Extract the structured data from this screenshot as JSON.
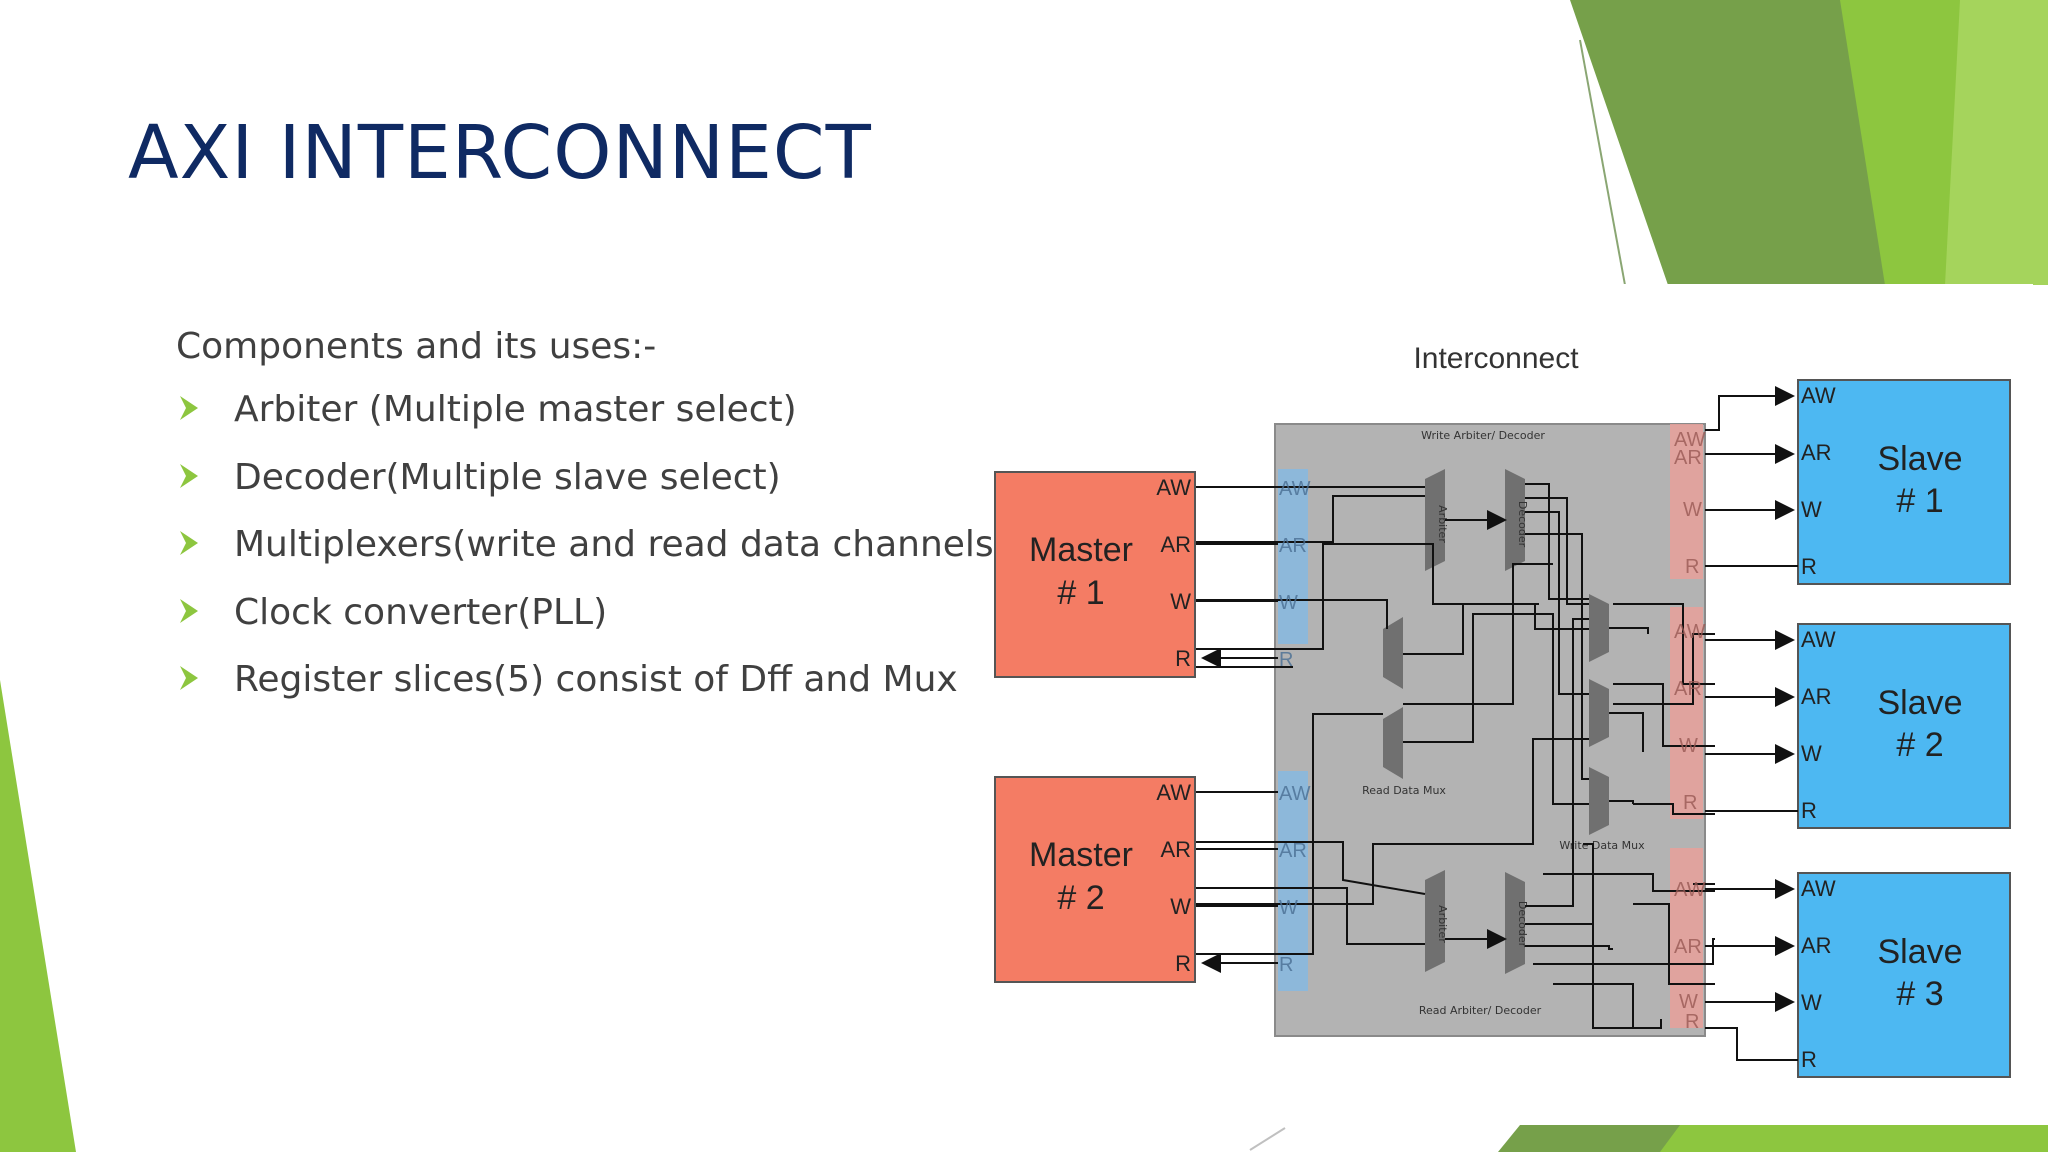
{
  "slide": {
    "title": "AXI INTERCONNECT",
    "intro": "Components and its uses:-",
    "bullets": [
      "Arbiter (Multiple master select)",
      "Decoder(Multiple slave select)",
      "Multiplexers(write and read data channels)",
      "Clock converter(PLL)",
      "Register slices(5) consist of Dff and Mux"
    ],
    "colors": {
      "title": "#0f2a63",
      "accent_green": "#8dc63f",
      "master": "#f47c64",
      "slave": "#4db8f2",
      "interconnect": "#b3b3b3",
      "bullet_arrow": "#8dc63f"
    }
  },
  "diagram": {
    "title": "Interconnect",
    "write_block_label": "Write Arbiter/ Decoder",
    "read_block_label": "Read Arbiter/ Decoder",
    "read_mux_label": "Read Data Mux",
    "write_mux_label": "Write Data Mux",
    "arbiter_label": "Arbiter",
    "decoder_label": "Decoder",
    "masters": [
      {
        "name": "Master",
        "num": "# 1"
      },
      {
        "name": "Master",
        "num": "# 2"
      }
    ],
    "slaves": [
      {
        "name": "Slave",
        "num": "# 1"
      },
      {
        "name": "Slave",
        "num": "# 2"
      },
      {
        "name": "Slave",
        "num": "# 3"
      }
    ],
    "ports": [
      "AW",
      "AR",
      "W",
      "R"
    ]
  }
}
